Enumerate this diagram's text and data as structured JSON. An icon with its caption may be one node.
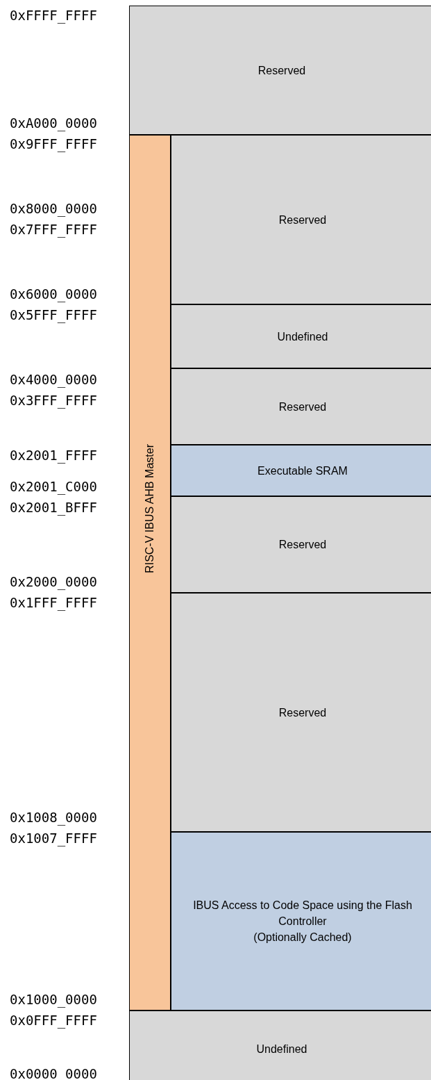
{
  "diagram": {
    "nodes": [
      {
        "text": [
          "Reserved"
        ]
      },
      {
        "text": [
          "RISC-V IBUS AHB Master"
        ]
      },
      {
        "text": [
          "Reserved"
        ]
      },
      {
        "text": [
          "Undefined"
        ]
      },
      {
        "text": [
          "Reserved"
        ]
      },
      {
        "text": [
          "Executable SRAM"
        ]
      },
      {
        "text": [
          "Reserved"
        ]
      },
      {
        "text": [
          "Reserved"
        ]
      },
      {
        "text": [
          "IBUS Access to Code Space using the Flash Controller",
          "(Optionally Cached)"
        ]
      },
      {
        "text": [
          "Undefined"
        ]
      }
    ],
    "labels": [
      "0xFFFF_FFFF",
      "0xA000_0000",
      "0x9FFF_FFFF",
      "0x8000_0000",
      "0x7FFF_FFFF",
      "0x6000_0000",
      "0x5FFF_FFFF",
      "0x4000_0000",
      "0x3FFF_FFFF",
      "0x2001_FFFF",
      "0x2001_C000",
      "0x2001_BFFF",
      "0x2000_0000",
      "0x1FFF_FFFF",
      "0x1008_0000",
      "0x1007_FFFF",
      "0x1000_0000",
      "0x0FFF_FFFF",
      "0x0000_0000"
    ]
  }
}
